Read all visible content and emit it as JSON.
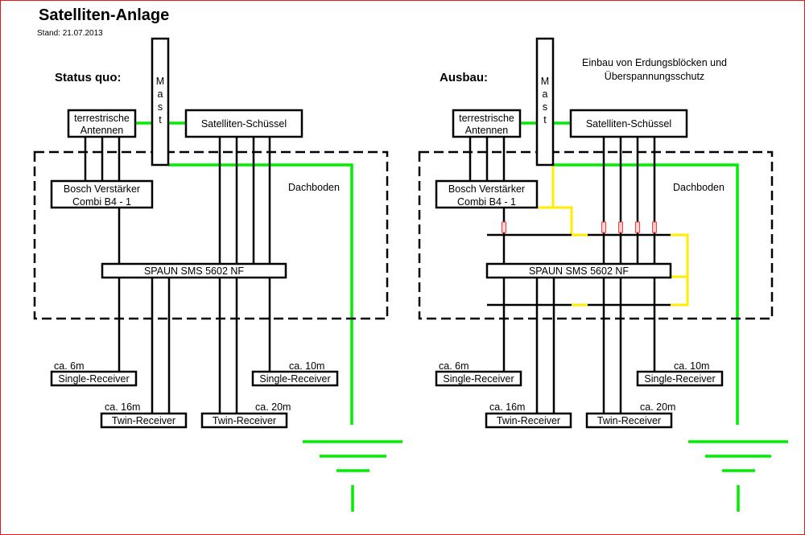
{
  "header": {
    "title": "Satelliten-Anlage",
    "date": "Stand: 21.07.2013"
  },
  "colors": {
    "ground": "#00ee00",
    "grounding_bridge": "#ffee00",
    "surge_protector": "#ff3a3a",
    "frame": "#e8161c"
  },
  "mast_letters": [
    "M",
    "a",
    "s",
    "t"
  ],
  "left": {
    "heading": "Status quo:",
    "terrestrial": [
      "terrestrische",
      "Antennen"
    ],
    "dish": "Satelliten-Schüssel",
    "amplifier": [
      "Bosch Verstärker",
      "Combi B4 - 1"
    ],
    "attic": "Dachboden",
    "multiswitch": "SPAUN SMS 5602 NF",
    "receivers": [
      {
        "label": "Single-Receiver",
        "length": "ca. 6m"
      },
      {
        "label": "Twin-Receiver",
        "length": "ca. 16m"
      },
      {
        "label": "Twin-Receiver",
        "length": "ca. 20m"
      },
      {
        "label": "Single-Receiver",
        "length": "ca. 10m"
      }
    ]
  },
  "right": {
    "heading": "Ausbau:",
    "note": [
      "Einbau von Erdungsblöcken und",
      "Überspannungsschutz"
    ],
    "terrestrial": [
      "terrestrische",
      "Antennen"
    ],
    "dish": "Satelliten-Schüssel",
    "amplifier": [
      "Bosch Verstärker",
      "Combi B4 - 1"
    ],
    "attic": "Dachboden",
    "multiswitch": "SPAUN SMS 5602 NF",
    "receivers": [
      {
        "label": "Single-Receiver",
        "length": "ca. 6m"
      },
      {
        "label": "Twin-Receiver",
        "length": "ca. 16m"
      },
      {
        "label": "Twin-Receiver",
        "length": "ca. 20m"
      },
      {
        "label": "Single-Receiver",
        "length": "ca. 10m"
      }
    ]
  }
}
